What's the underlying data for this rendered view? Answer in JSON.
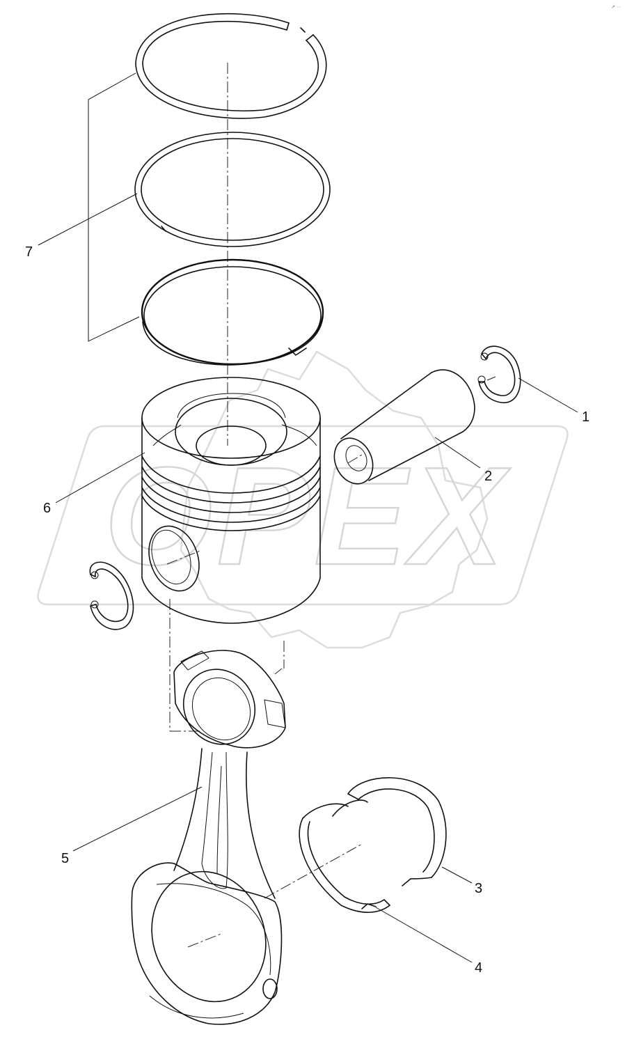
{
  "watermark": {
    "text": "OPEX"
  },
  "corner_mark": {
    "text": "↗ ···"
  },
  "callouts": [
    {
      "id": "callout-1",
      "label": "1"
    },
    {
      "id": "callout-2",
      "label": "2"
    },
    {
      "id": "callout-3",
      "label": "3"
    },
    {
      "id": "callout-4",
      "label": "4"
    },
    {
      "id": "callout-5",
      "label": "5"
    },
    {
      "id": "callout-6",
      "label": "6"
    },
    {
      "id": "callout-7",
      "label": "7"
    }
  ]
}
